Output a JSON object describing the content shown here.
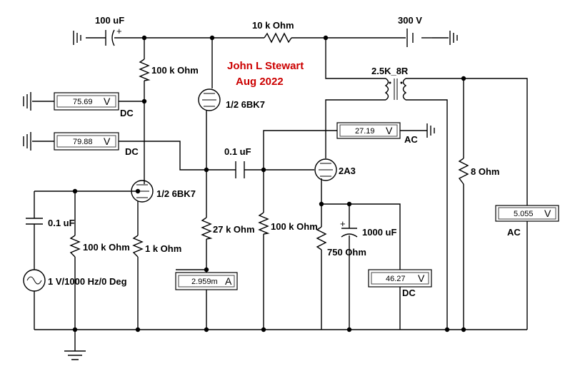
{
  "author": {
    "name": "John L Stewart",
    "date": "Aug 2022"
  },
  "components": {
    "cap_input_coupling": "100 uF",
    "res_supply": "10 k Ohm",
    "supply": "300 V",
    "res_plate_v1a": "100 k Ohm",
    "tube_v1b": "1/2 6BK7",
    "tube_v1a": "1/2 6BK7",
    "transformer": "2.5K_8R",
    "cap_coupling": "0.1 uF",
    "tube_output": "2A3",
    "res_load": "8  Ohm",
    "cap_input": "0.1 uF",
    "res_grid": "100 k Ohm",
    "res_cathode_v1a": "1 k Ohm",
    "res_cathode_v1b": "27 k Ohm",
    "res_grid_2a3": "100 k Ohm",
    "res_cathode_2a3": "750  Ohm",
    "cap_cathode_2a3": "1000 uF",
    "source": "1 V/1000 Hz/0 Deg"
  },
  "meters": {
    "v_plate_v1a": {
      "value": "75.69",
      "unit": "V",
      "mode": "DC"
    },
    "v_cathode_v1b": {
      "value": "79.88",
      "unit": "V",
      "mode": "DC"
    },
    "v_plate_2a3": {
      "value": "27.19",
      "unit": "V",
      "mode": "AC"
    },
    "v_out": {
      "value": "5.055",
      "unit": "V",
      "mode": "AC"
    },
    "i_cathode_v1b": {
      "value": "2.959m",
      "unit": "A"
    },
    "v_cathode_2a3": {
      "value": "46.27",
      "unit": "V",
      "mode": "DC"
    }
  }
}
